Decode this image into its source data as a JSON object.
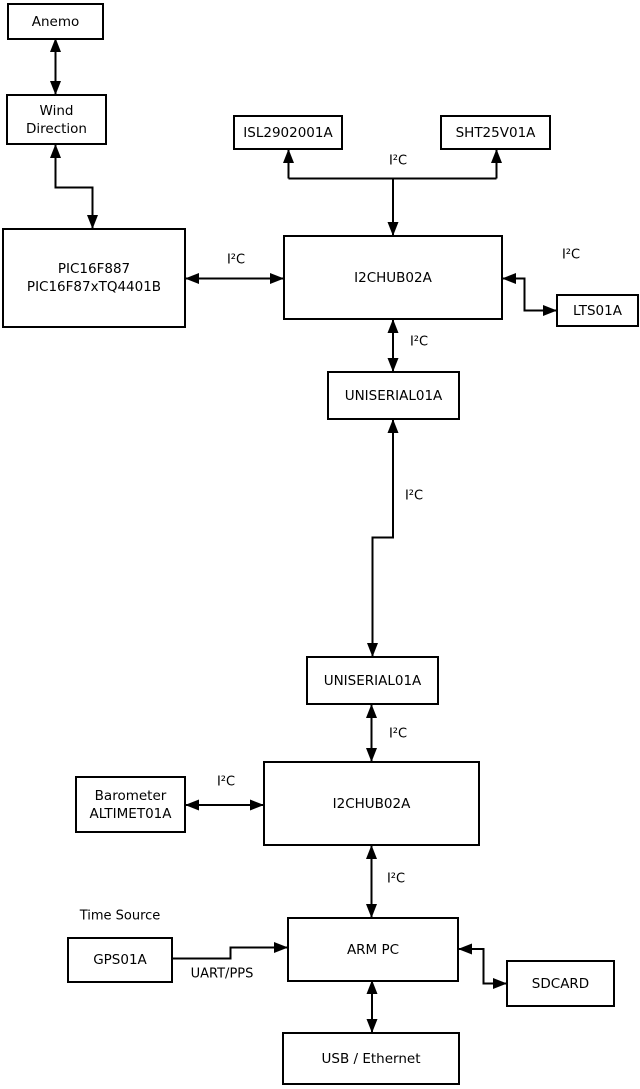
{
  "diagram": {
    "nodes": {
      "anemo": {
        "label": "Anemo"
      },
      "wind_direction": {
        "line1": "Wind",
        "line2": "Direction"
      },
      "pic": {
        "line1": "PIC16F887",
        "line2": "PIC16F87xTQ4401B"
      },
      "isl": {
        "label": "ISL2902001A"
      },
      "sht": {
        "label": "SHT25V01A"
      },
      "i2chub_top": {
        "label": "I2CHUB02A"
      },
      "lts": {
        "label": "LTS01A"
      },
      "uniserial_top": {
        "label": "UNISERIAL01A"
      },
      "uniserial_bottom": {
        "label": "UNISERIAL01A"
      },
      "i2chub_bottom": {
        "label": "I2CHUB02A"
      },
      "barometer": {
        "line1": "Barometer",
        "line2": "ALTIMET01A"
      },
      "arm_pc": {
        "label": "ARM PC"
      },
      "gps": {
        "label": "GPS01A"
      },
      "sdcard": {
        "label": "SDCARD"
      },
      "usb_ethernet": {
        "label": "USB / Ethernet"
      }
    },
    "edge_labels": {
      "i2c": "I²C",
      "time_source": "Time Source",
      "uart_pps": "UART/PPS"
    },
    "colors": {
      "line": "#000000",
      "box_border": "#000000",
      "box_fill": "#ffffff",
      "background": "#ffffff",
      "text": "#000000"
    }
  }
}
